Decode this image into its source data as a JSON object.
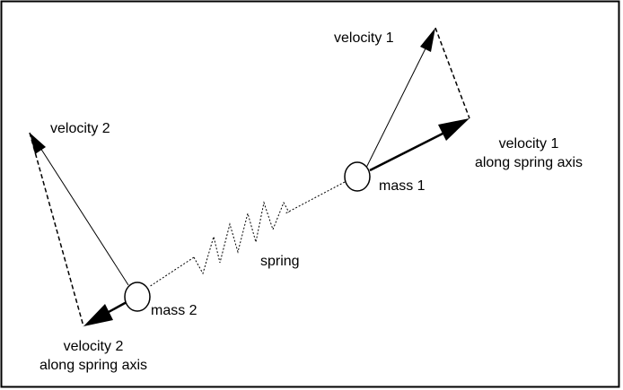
{
  "colors": {
    "background": "#ffffff",
    "ink": "#000000"
  },
  "labels": {
    "velocity_1": "velocity 1",
    "velocity_1_axis_line1": "velocity 1",
    "velocity_1_axis_line2": "along spring axis",
    "velocity_2": "velocity 2",
    "velocity_2_axis_line1": "velocity 2",
    "velocity_2_axis_line2": "along spring axis",
    "mass_1": "mass 1",
    "mass_2": "mass 2",
    "spring": "spring"
  }
}
